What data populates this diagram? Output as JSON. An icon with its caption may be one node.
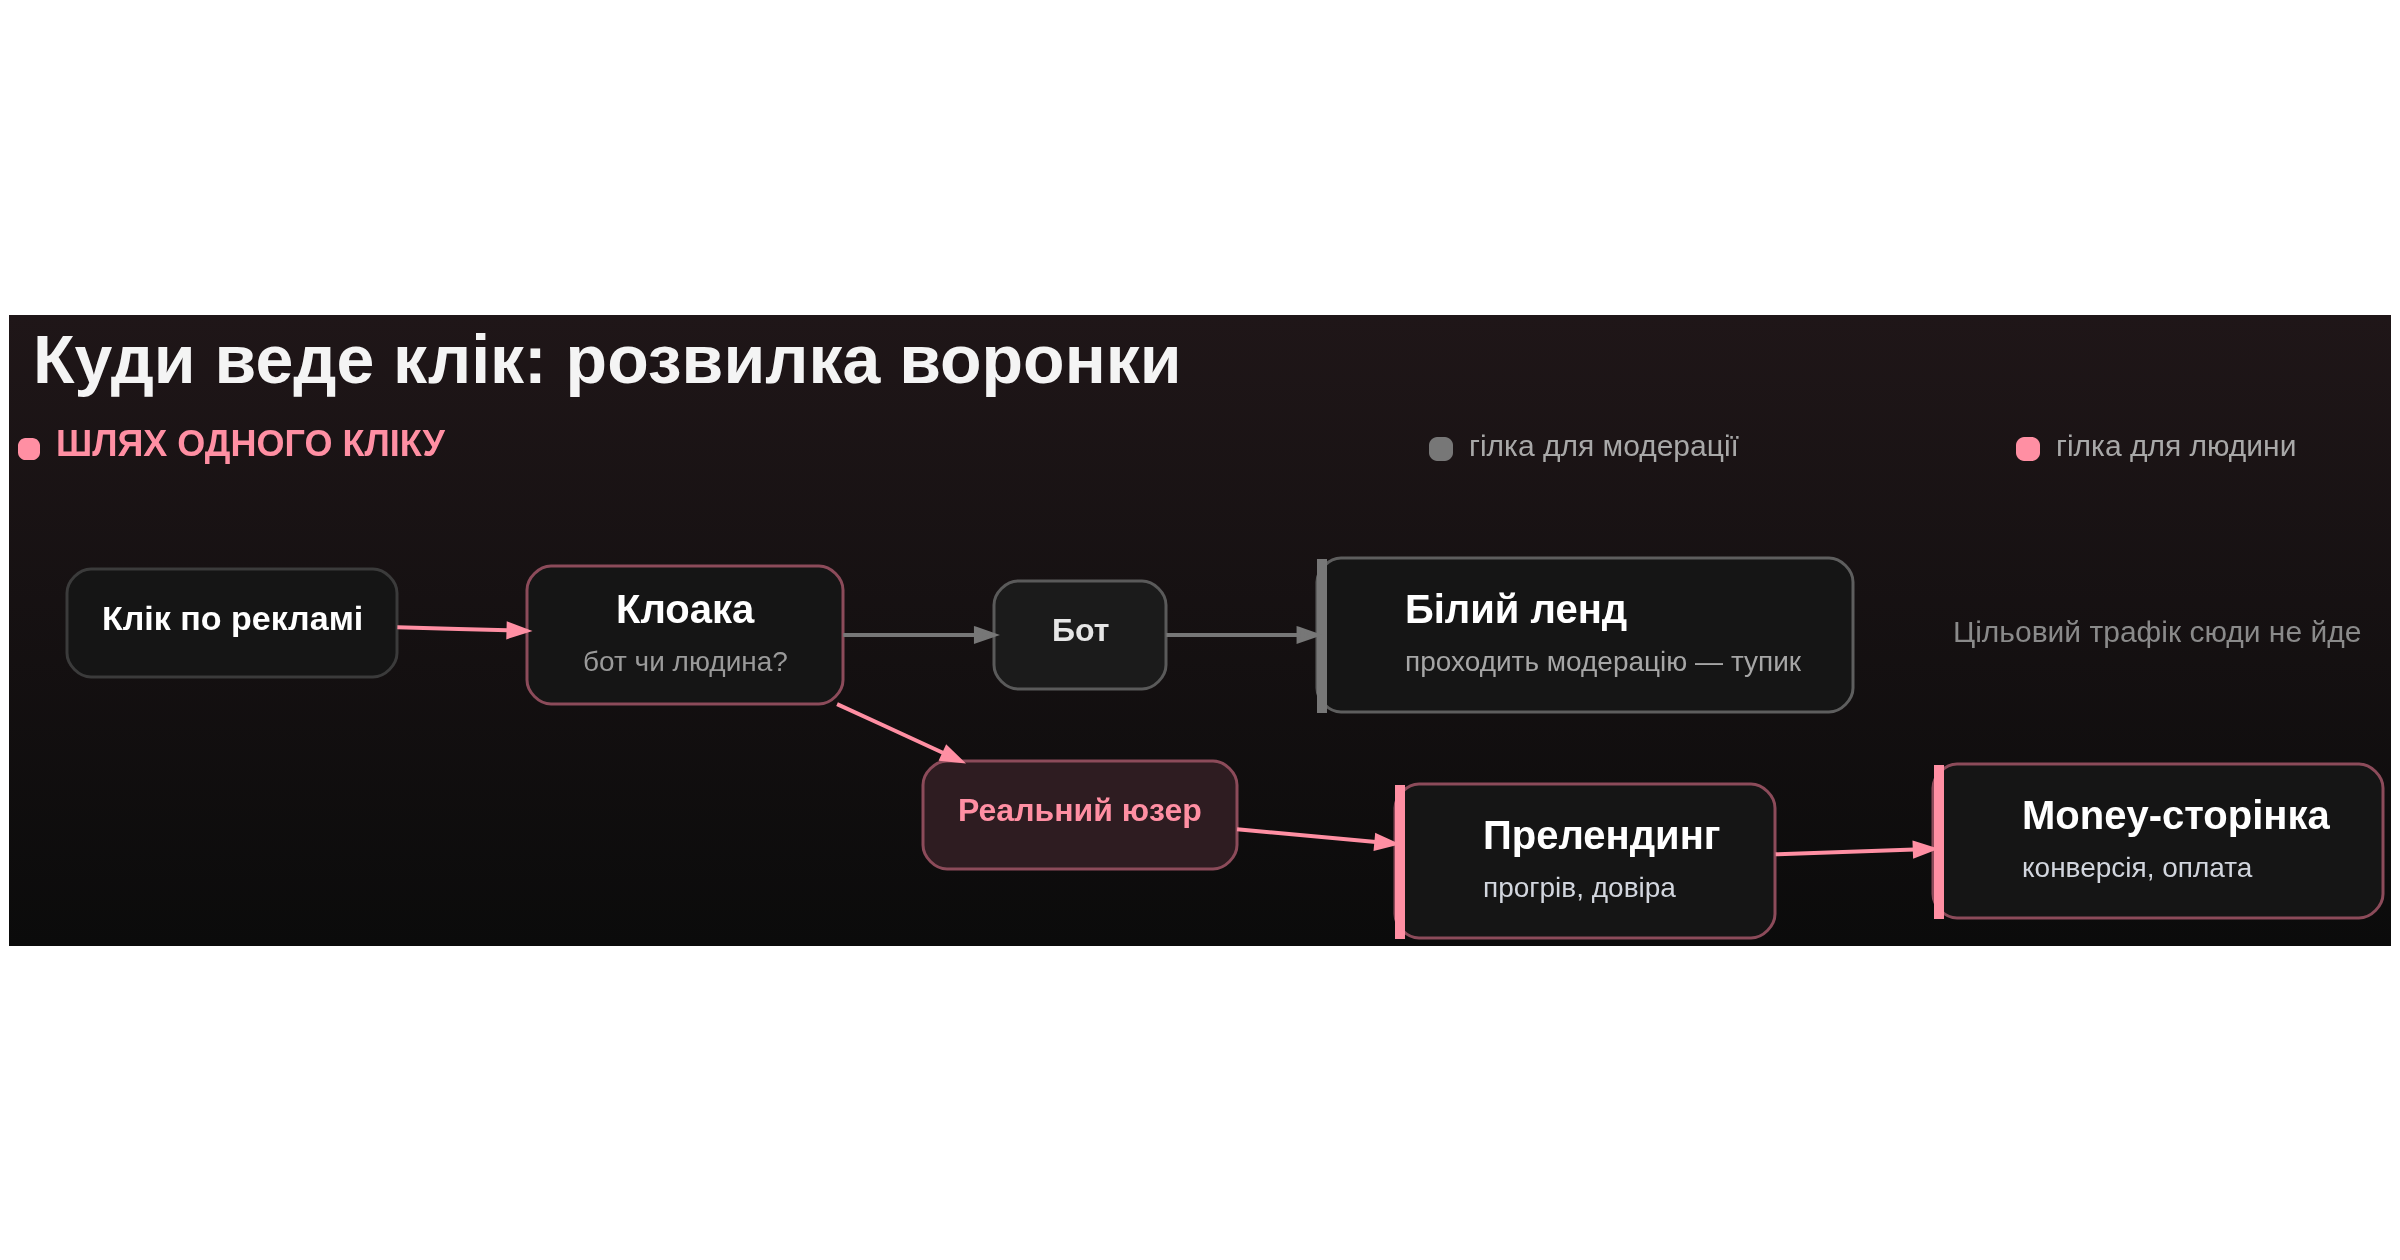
{
  "diagram": {
    "title": "Куди веде клік: розвилка воронки",
    "nodes": [
      {
        "text": [
          "Клік по рекламі"
        ]
      },
      {
        "text": [
          "Клоака",
          "бот чи людина?"
        ]
      },
      {
        "text": [
          "Бот"
        ]
      },
      {
        "text": [
          "Білий ленд",
          "проходить модерацію — тупик"
        ],
        "beside": [
          "Цільовий трафік сюди не йде"
        ]
      },
      {
        "text": [
          "Реальний юзер"
        ]
      },
      {
        "text": [
          "Прелендинг",
          "прогрів, довіра"
        ]
      },
      {
        "text": [
          "Money-сторінка",
          "конверсія, оплата"
        ]
      }
    ],
    "edges": [
      {
        "from": 0,
        "to": 1,
        "arrow": "to"
      },
      {
        "from": 1,
        "to": 2,
        "arrow": "to",
        "color": "#777777"
      },
      {
        "from": 2,
        "to": 3,
        "arrow": "to",
        "color": "#777777"
      },
      {
        "from": 1,
        "to": 4,
        "arrow": "to"
      },
      {
        "from": 4,
        "to": 5,
        "arrow": "to"
      },
      {
        "from": 5,
        "to": 6,
        "arrow": "to"
      }
    ],
    "labels": [
      "ШЛЯХ ОДНОГО КЛІКУ"
    ],
    "legend": [
      {
        "text": "гілка для модерації",
        "color": "#777777"
      },
      {
        "text": "гілка для людини",
        "color": "#ff8fa3"
      }
    ]
  }
}
